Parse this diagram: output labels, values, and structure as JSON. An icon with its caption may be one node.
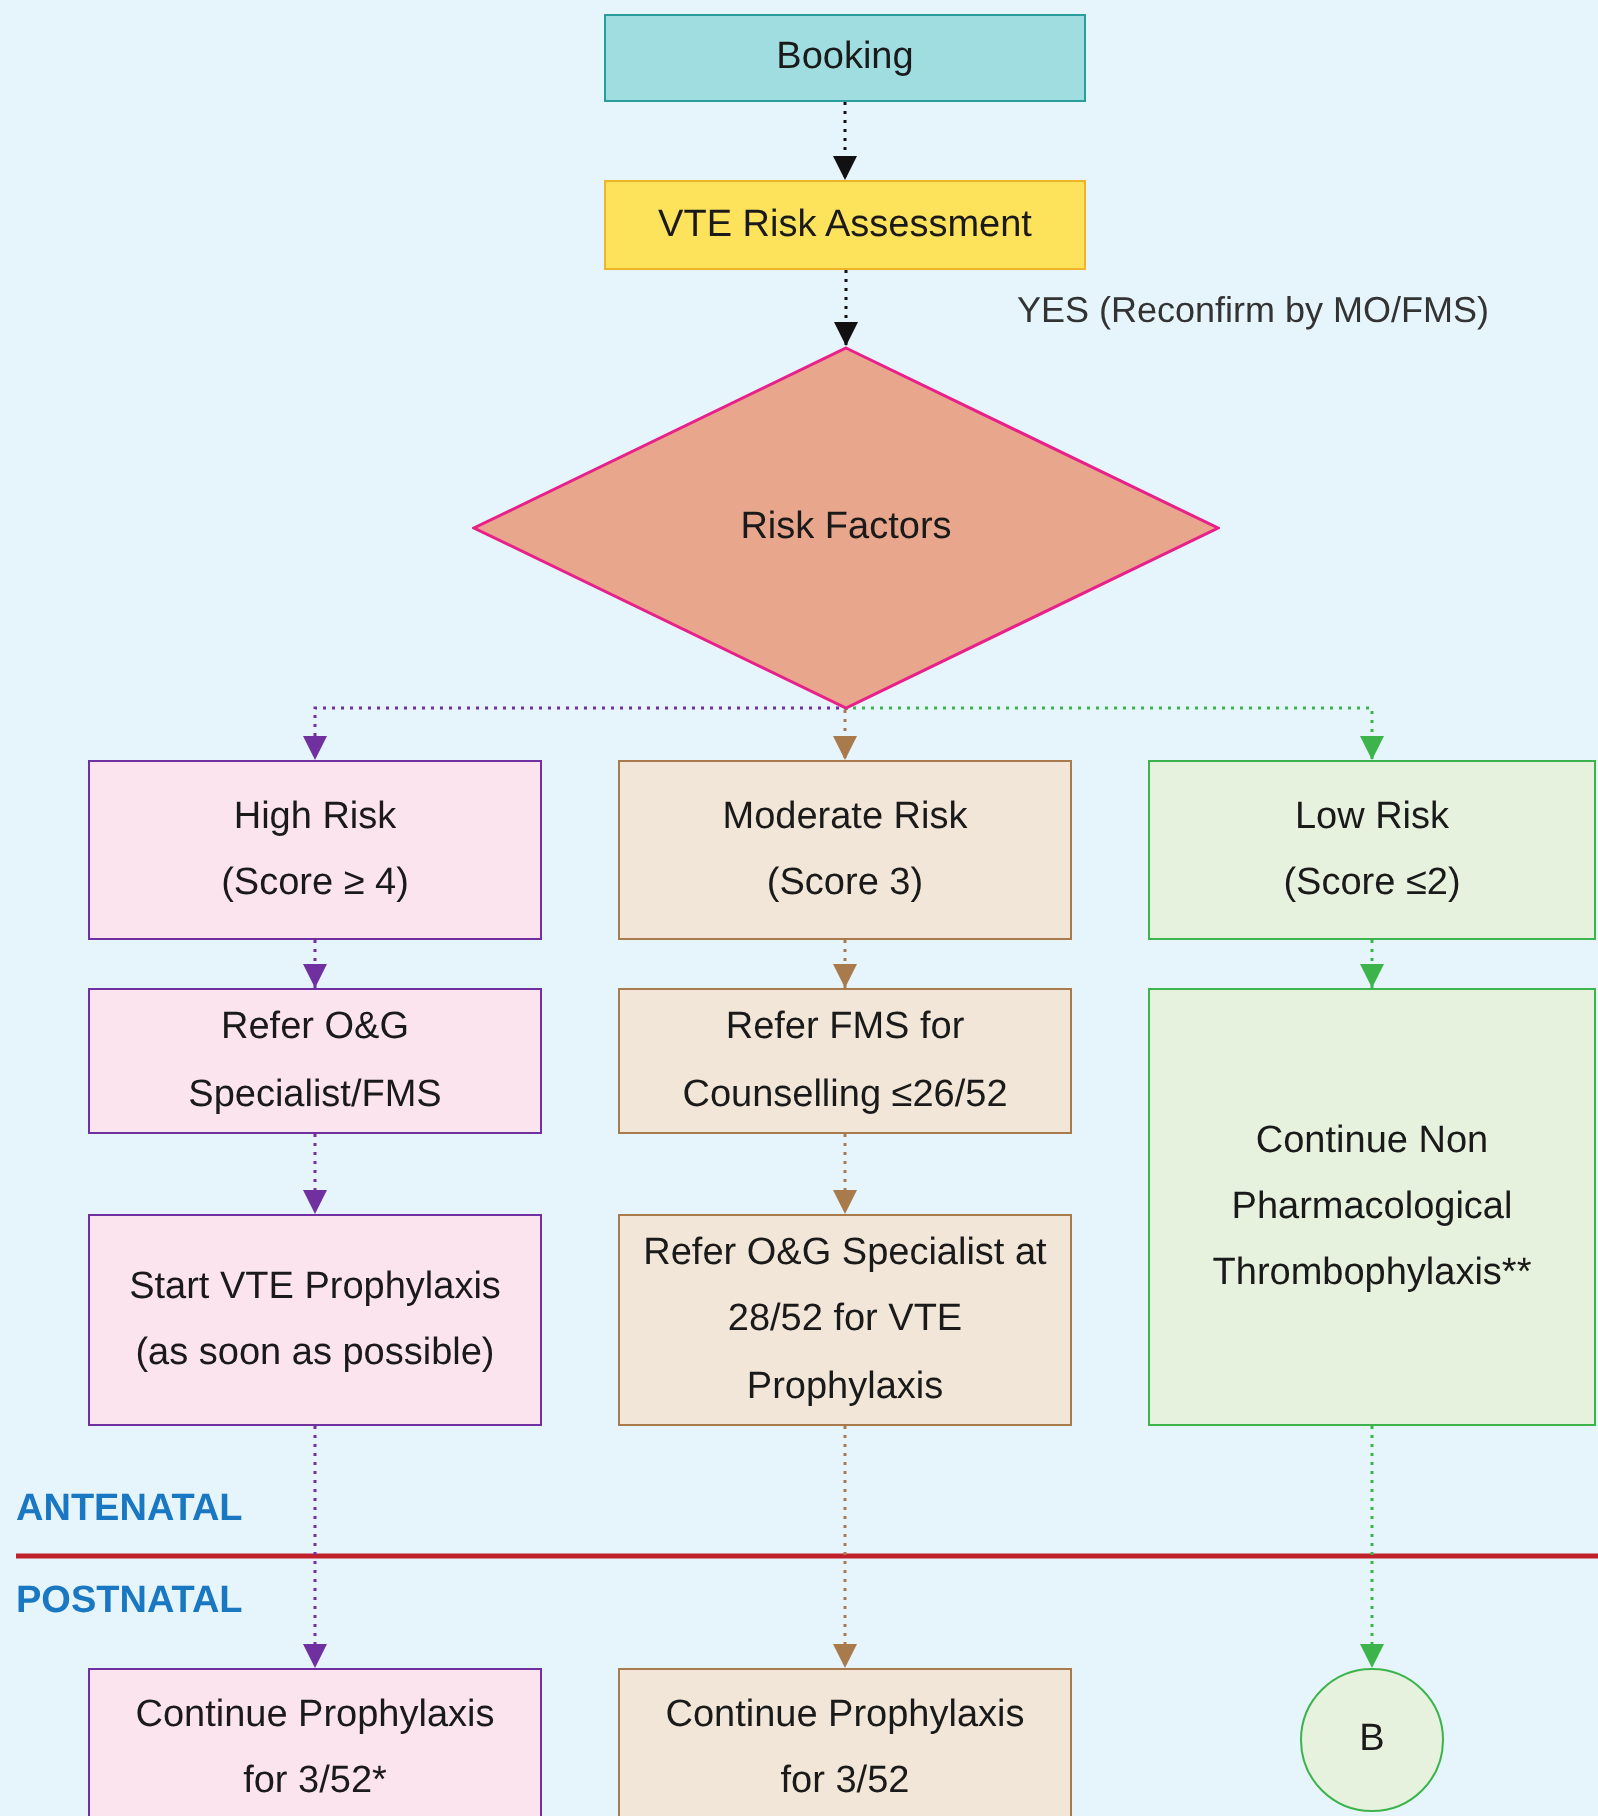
{
  "diagram": {
    "nodes": [
      {
        "text": [
          "Booking"
        ]
      },
      {
        "text": [
          "VTE Risk Assessment"
        ]
      },
      {
        "text": [
          "Risk Factors"
        ]
      },
      {
        "text": [
          "High Risk (Score ≥ 4)"
        ]
      },
      {
        "text": [
          "Moderate Risk (Score 3)"
        ]
      },
      {
        "text": [
          "Low Risk (Score ≤2)"
        ]
      },
      {
        "text": [
          "Refer O&G Specialist/FMS"
        ]
      },
      {
        "text": [
          "Refer FMS for Counselling ≤26/52"
        ]
      },
      {
        "text": [
          "Continue Non Pharmacological Thrombophylaxis**"
        ]
      },
      {
        "text": [
          "Start VTE Prophylaxis (as soon as possible)"
        ]
      },
      {
        "text": [
          "Refer O&G Specialist at 28/52 for VTE Prophylaxis"
        ]
      },
      {
        "text": [
          "Continue Prophylaxis for 3/52*"
        ]
      },
      {
        "text": [
          "Continue Prophylaxis for 3/52"
        ]
      },
      {
        "text": [
          "B"
        ]
      }
    ],
    "edges": [
      {
        "from": 0,
        "to": 1,
        "arrow": "to",
        "color": "#111111"
      },
      {
        "from": 1,
        "to": 2,
        "arrow": "to",
        "color": "#111111",
        "label": "YES (Reconfirm by MO/FMS)"
      },
      {
        "from": 2,
        "to": 3,
        "arrow": "to",
        "color": "#7030a0"
      },
      {
        "from": 2,
        "to": 4,
        "arrow": "to",
        "color": "#a97a4c"
      },
      {
        "from": 2,
        "to": 5,
        "arrow": "to",
        "color": "#3cb44b"
      },
      {
        "from": 3,
        "to": 6,
        "arrow": "to",
        "color": "#7030a0"
      },
      {
        "from": 4,
        "to": 7,
        "arrow": "to",
        "color": "#a97a4c"
      },
      {
        "from": 5,
        "to": 8,
        "arrow": "to",
        "color": "#3cb44b"
      },
      {
        "from": 6,
        "to": 9,
        "arrow": "to",
        "color": "#7030a0"
      },
      {
        "from": 7,
        "to": 10,
        "arrow": "to",
        "color": "#a97a4c"
      },
      {
        "from": 9,
        "to": 11,
        "arrow": "to",
        "color": "#7030a0"
      },
      {
        "from": 10,
        "to": 12,
        "arrow": "to",
        "color": "#a97a4c"
      },
      {
        "from": 8,
        "to": 13,
        "arrow": "to",
        "color": "#3cb44b"
      }
    ],
    "labels": [
      "ANTENATAL",
      "POSTNATAL"
    ]
  }
}
